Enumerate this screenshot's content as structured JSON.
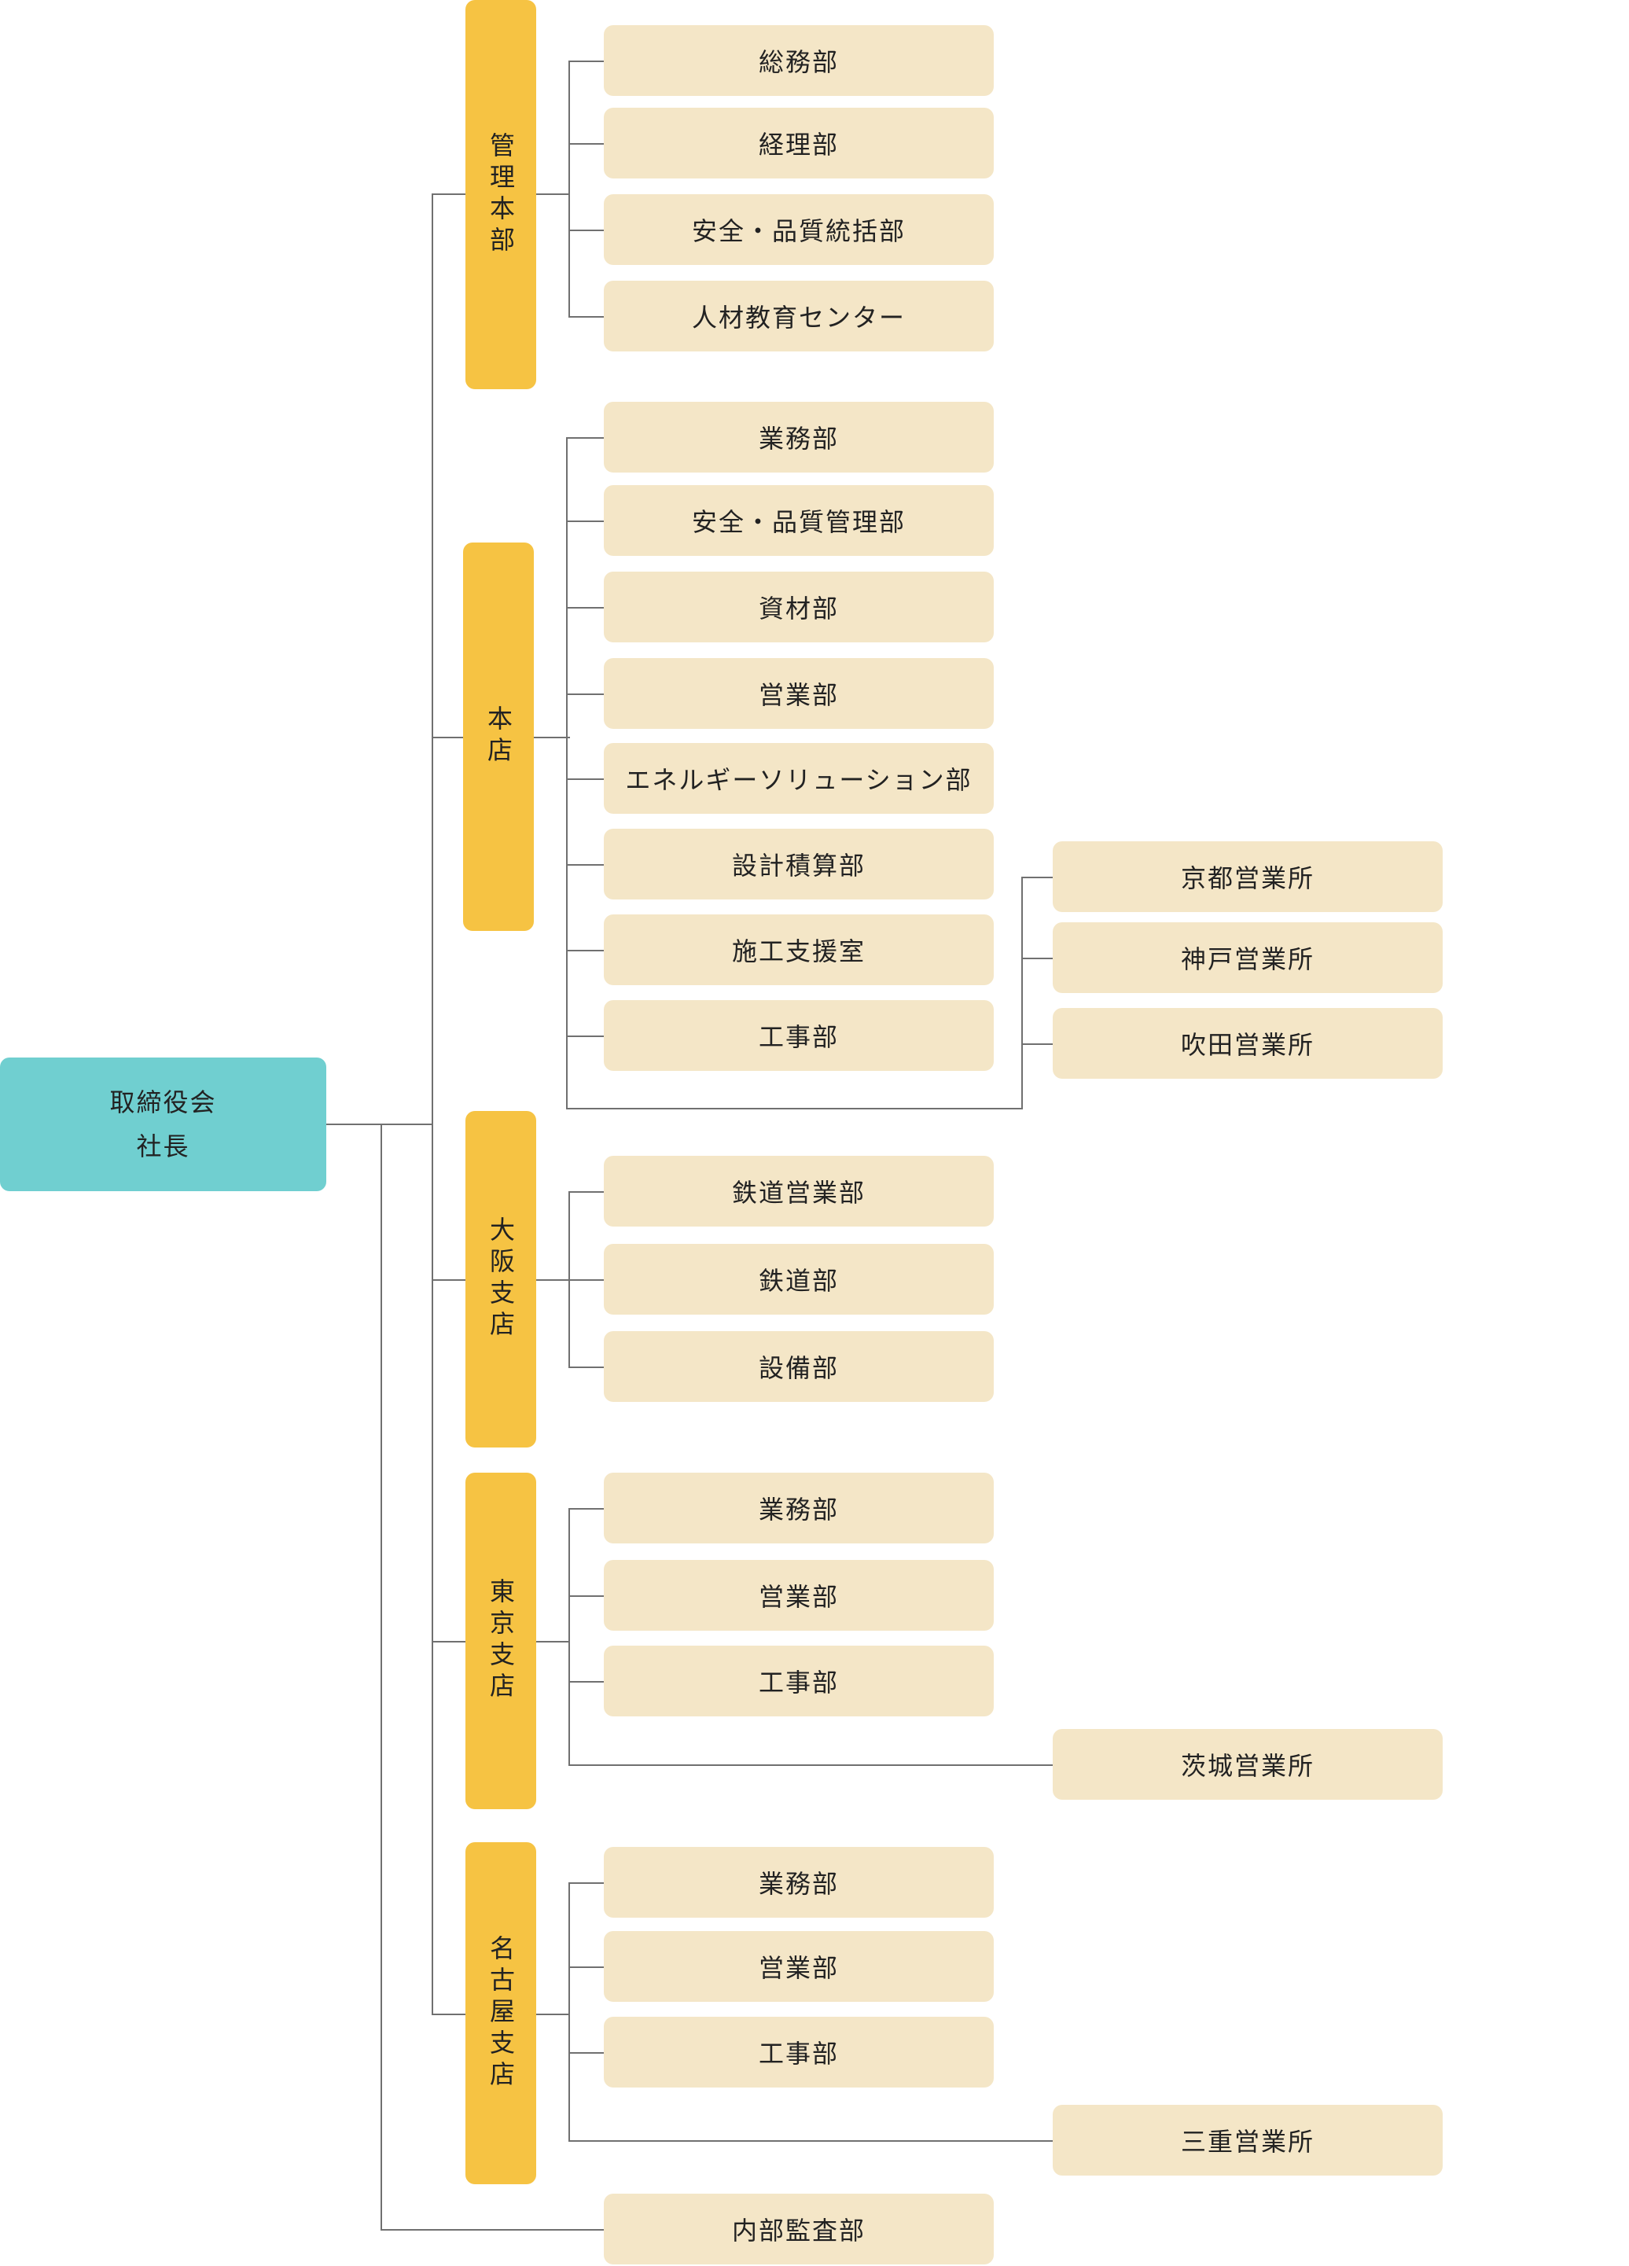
{
  "root": {
    "line1": "取締役会",
    "line2": "社長"
  },
  "branches": {
    "kanri": {
      "label": "管理本部",
      "depts": [
        "総務部",
        "経理部",
        "安全・品質統括部",
        "人材教育センター"
      ]
    },
    "honten": {
      "label": "本店",
      "depts": [
        "業務部",
        "安全・品質管理部",
        "資材部",
        "営業部",
        "エネルギーソリューション部",
        "設計積算部",
        "施工支援室",
        "工事部"
      ],
      "offices": [
        "京都営業所",
        "神戸営業所",
        "吹田営業所"
      ]
    },
    "osaka": {
      "label": "大阪支店",
      "depts": [
        "鉄道営業部",
        "鉄道部",
        "設備部"
      ]
    },
    "tokyo": {
      "label": "東京支店",
      "depts": [
        "業務部",
        "営業部",
        "工事部"
      ],
      "offices": [
        "茨城営業所"
      ]
    },
    "nagoya": {
      "label": "名古屋支店",
      "depts": [
        "業務部",
        "営業部",
        "工事部"
      ],
      "offices": [
        "三重営業所"
      ]
    }
  },
  "audit": {
    "label": "内部監査部"
  },
  "colors": {
    "root": "#70cfd0",
    "branch": "#f6c343",
    "dept": "#f4e6c7",
    "connector": "#707070"
  }
}
